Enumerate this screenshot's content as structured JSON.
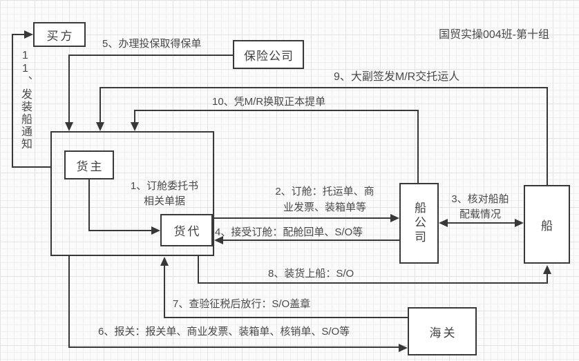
{
  "header": {
    "title": "国贸实操004班-第十组"
  },
  "nodes": {
    "buyer": "买方",
    "insurance_company": "保险公司",
    "cargo_owner": "货主",
    "freight_forwarder": "货代",
    "shipping_company": "船公司",
    "ship": "船",
    "customs": "海关"
  },
  "steps": {
    "step1_line1": "1、订舱委托书",
    "step1_line2": "相关单据",
    "step2_line1": "2、订舱：托运单、商",
    "step2_line2": "业发票、装箱单等",
    "step3_line1": "3、核对船舶",
    "step3_line2": "配载情况",
    "step4": "4、接受订舱：配舱回单、S/O等",
    "step5": "5、办理投保取得保单",
    "step6": "6、报关：报关单、商业发票、装箱单、核销单、S/O等",
    "step7": "7、查验征税后放行：S/O盖章",
    "step8": "8、装货上船：S/O",
    "step9": "9、大副签发M/R交托运人",
    "step10": "10、凭M/R换取正本提单",
    "step11": "11、发装船通知"
  },
  "colors": {
    "line": "#383838",
    "text": "#4a4a4a",
    "grid": "#e9e9e9",
    "background": "#fbfbfb"
  }
}
